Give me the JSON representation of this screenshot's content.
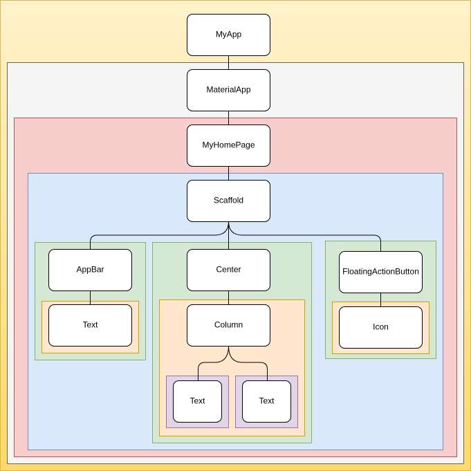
{
  "diagram": {
    "nodes": {
      "myapp": "MyApp",
      "materialapp": "MaterialApp",
      "myhomepage": "MyHomePage",
      "scaffold": "Scaffold",
      "appbar": "AppBar",
      "appbar_text": "Text",
      "center": "Center",
      "column": "Column",
      "column_text_1": "Text",
      "column_text_2": "Text",
      "fab": "FloatingActionButton",
      "icon": "Icon"
    },
    "colors": {
      "outer_fill_top": "#fff2cc",
      "outer_fill_bottom": "#ffd966",
      "outer_stroke": "#d6b656",
      "gray_fill": "#f5f5f5",
      "gray_stroke": "#666666",
      "red_fill": "#f8cecc",
      "red_stroke": "#b85450",
      "blue_fill": "#dae8fc",
      "blue_stroke": "#6c8ebf",
      "green_fill": "#d5e8d4",
      "green_stroke": "#82b366",
      "orange_fill": "#ffe6cc",
      "orange_stroke": "#d79b00",
      "purple_fill": "#e1d5e7",
      "purple_stroke": "#9673a6",
      "node_fill": "#ffffff",
      "node_stroke": "#000000"
    }
  }
}
